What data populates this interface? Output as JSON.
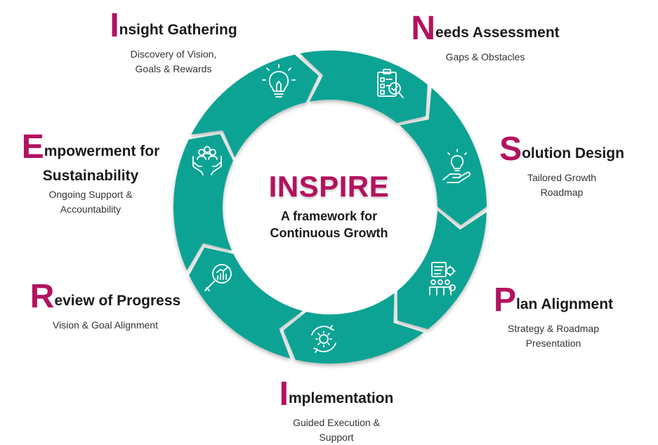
{
  "center": {
    "title": "INSPIRE",
    "subtitle_line1": "A framework for",
    "subtitle_line2": "Continuous Growth"
  },
  "colors": {
    "ring": "#11a394",
    "accent": "#b3125f"
  },
  "steps": [
    {
      "letter": "I",
      "rest": "nsight Gathering",
      "desc": [
        "Discovery of Vision,",
        "Goals & Rewards"
      ],
      "icon": "lightbulb-icon"
    },
    {
      "letter": "N",
      "rest": "eeds Assessment",
      "desc": [
        "Gaps & Obstacles"
      ],
      "icon": "checklist-search-icon"
    },
    {
      "letter": "S",
      "rest": "olution Design",
      "desc": [
        "Tailored Growth",
        "Roadmap"
      ],
      "icon": "idea-hand-icon"
    },
    {
      "letter": "P",
      "rest": "lan Alignment",
      "desc": [
        "Strategy & Roadmap",
        "Presentation"
      ],
      "icon": "team-plan-icon"
    },
    {
      "letter": "I",
      "rest": "mplementation",
      "desc": [
        "Guided Execution &",
        "Support"
      ],
      "icon": "cycle-gear-icon"
    },
    {
      "letter": "R",
      "rest": "eview of Progress",
      "desc": [
        "Vision & Goal Alignment"
      ],
      "icon": "magnifier-chart-icon"
    },
    {
      "letter": "E",
      "rest": "mpowerment for",
      "rest2": "Sustainability",
      "desc": [
        "Ongoing Support &",
        "Accountability"
      ],
      "icon": "people-hands-icon"
    }
  ]
}
